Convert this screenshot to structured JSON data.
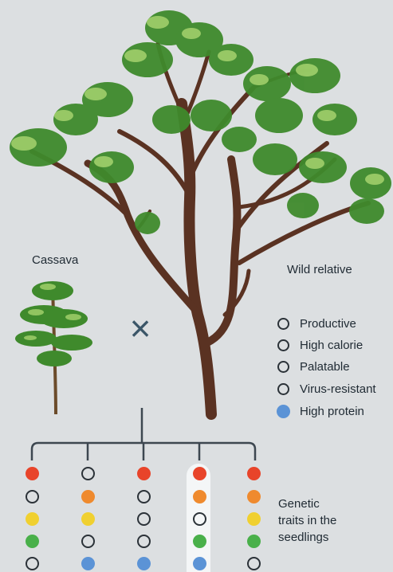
{
  "labels": {
    "cassava": "Cassava",
    "wild_relative": "Wild relative",
    "cross": "×",
    "genetic_line1": "Genetic",
    "genetic_line2": "traits in the",
    "genetic_line3": "seedlings"
  },
  "legend": [
    {
      "label": "Productive",
      "filled": false
    },
    {
      "label": "High calorie",
      "filled": false
    },
    {
      "label": "Palatable",
      "filled": false
    },
    {
      "label": "Virus-resistant",
      "filled": false
    },
    {
      "label": "High protein",
      "filled": true
    }
  ],
  "colors": {
    "productive": "#e8442a",
    "high_calorie": "#ef8a2e",
    "palatable": "#f0d030",
    "virus_resistant": "#49b04a",
    "high_protein": "#5b93d6",
    "trunk": "#5a3222",
    "leaf": "#3e8a2e"
  },
  "seedlings": [
    {
      "traits": [
        "productive",
        null,
        "palatable",
        "virus_resistant",
        null
      ]
    },
    {
      "traits": [
        null,
        "high_calorie",
        "palatable",
        null,
        "high_protein"
      ]
    },
    {
      "traits": [
        "productive",
        null,
        null,
        null,
        "high_protein"
      ]
    },
    {
      "traits": [
        "productive",
        "high_calorie",
        null,
        "virus_resistant",
        "high_protein"
      ],
      "highlighted": true
    },
    {
      "traits": [
        "productive",
        "high_calorie",
        "palatable",
        "virus_resistant",
        null
      ]
    }
  ]
}
